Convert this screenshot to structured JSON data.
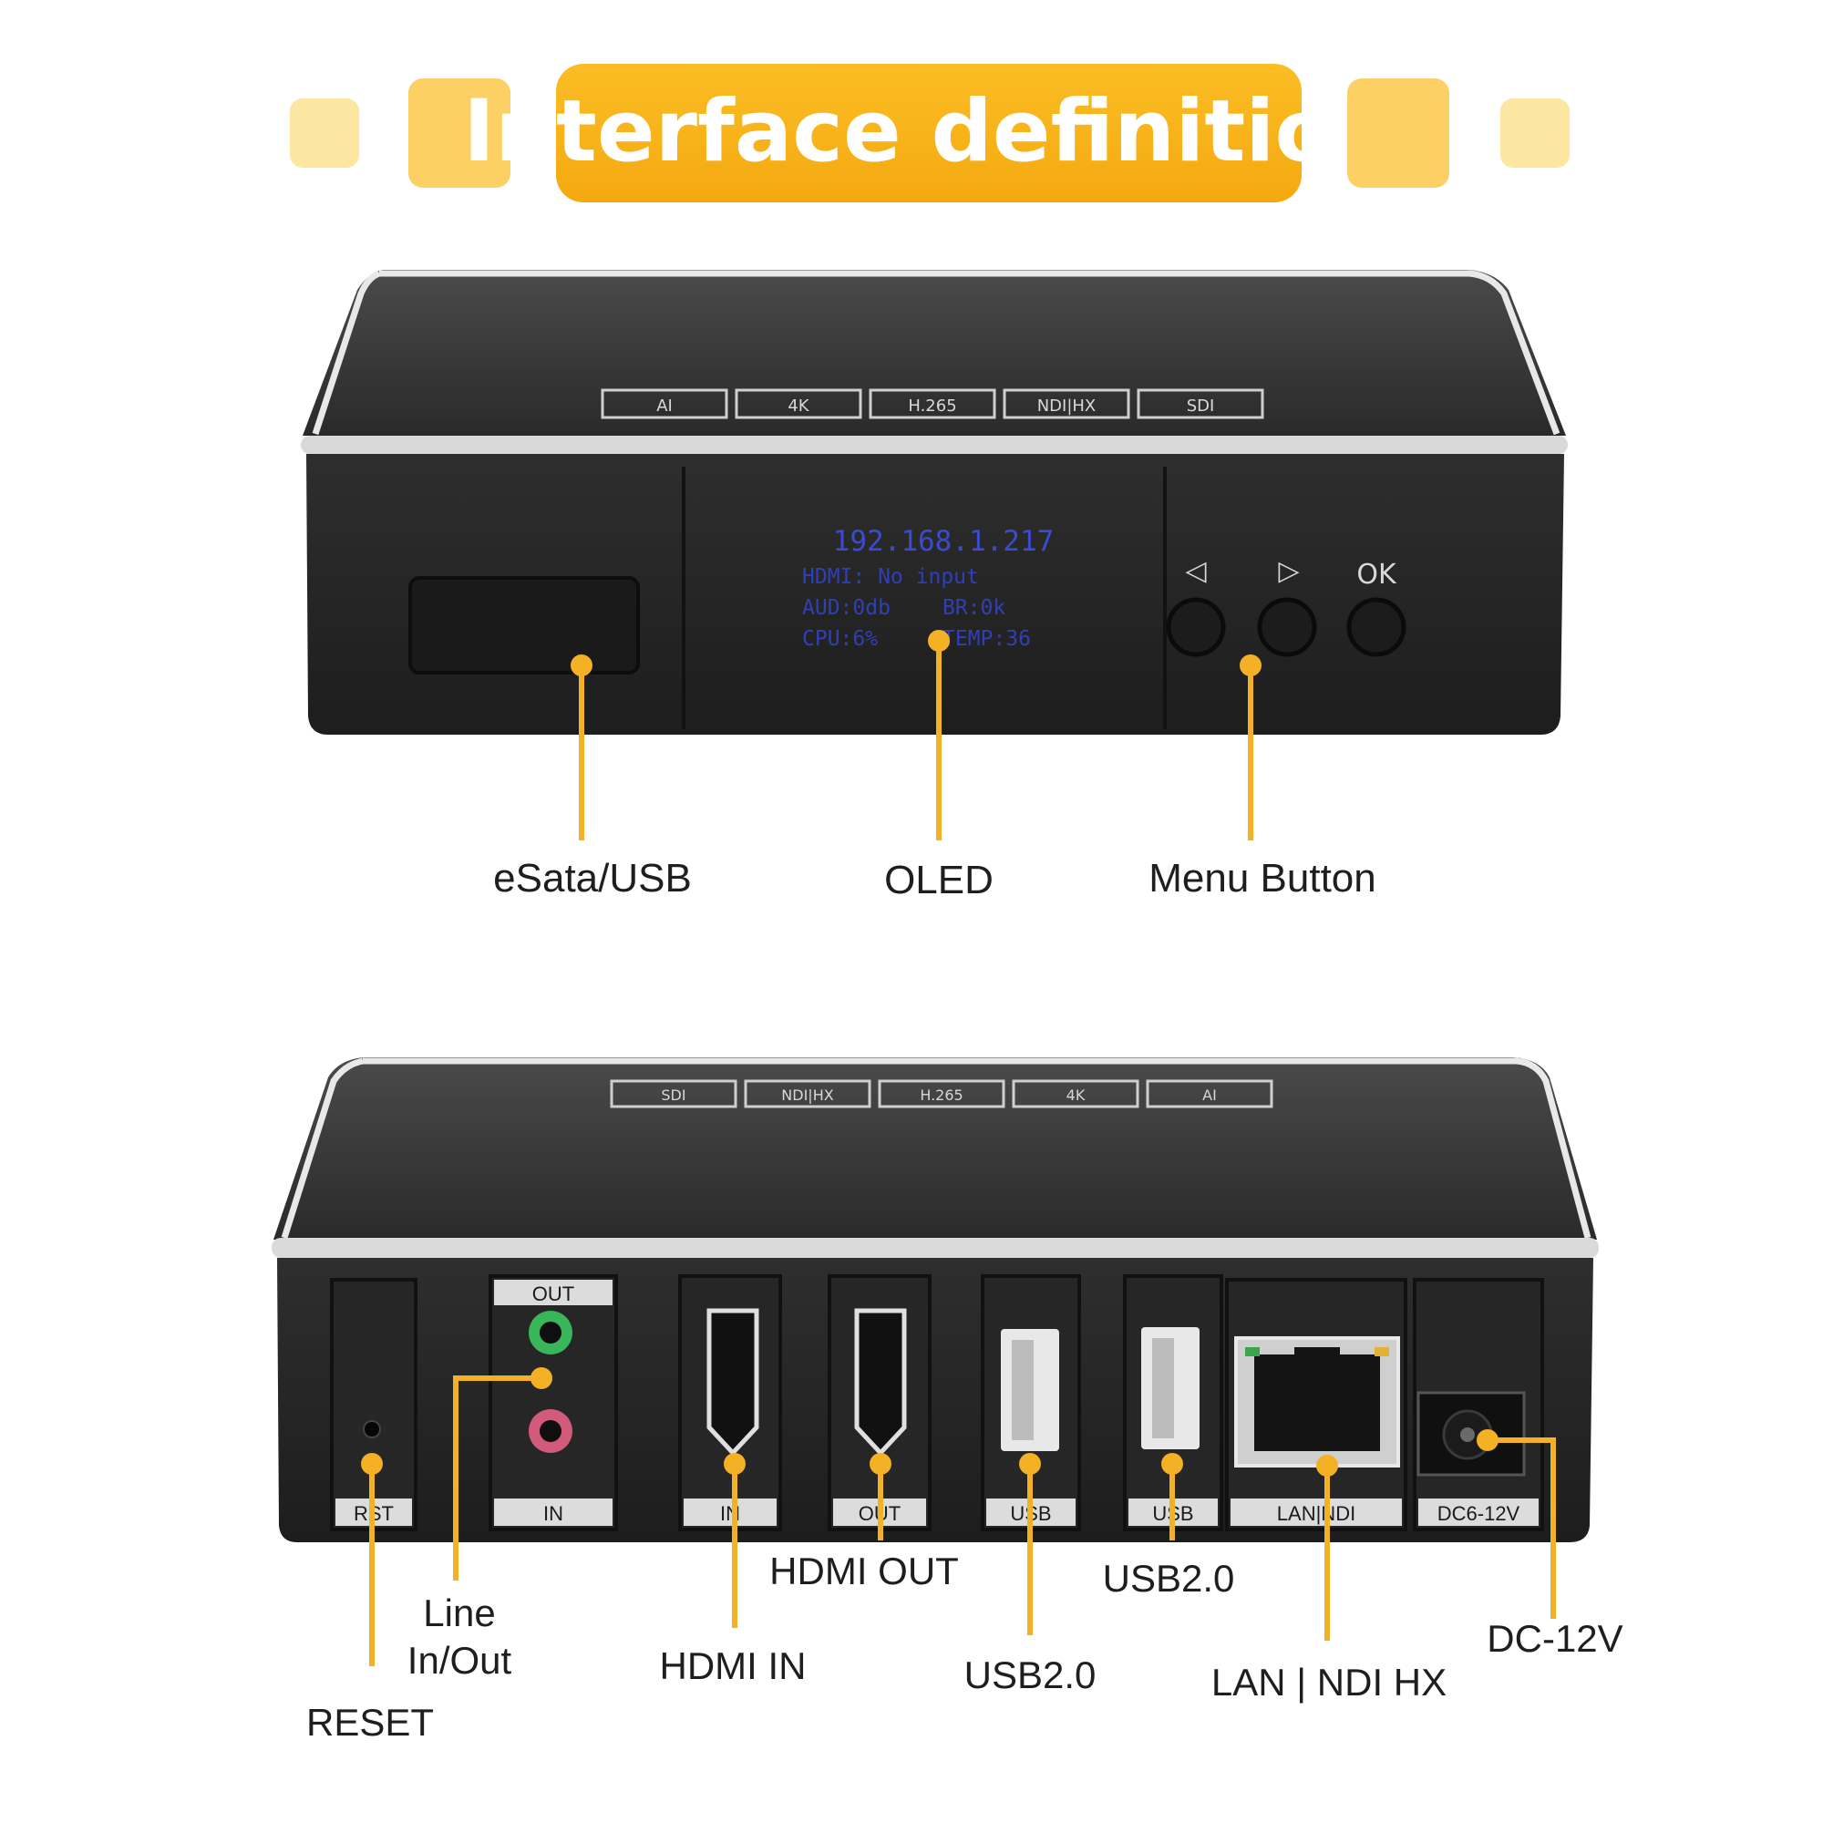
{
  "title": "Interface definition",
  "colors": {
    "accent": "#f5b125",
    "accent_light": "#fde8a6",
    "device": "#2b2b2b"
  },
  "front": {
    "top_badges": [
      "AI",
      "4K",
      "H.265",
      "NDI|HX",
      "SDI"
    ],
    "oled": {
      "ip": "192.168.1.217",
      "line1": "HDMI: No input",
      "line2a": "AUD:0db",
      "line2b": "BR:0k",
      "line3a": "CPU:6%",
      "line3b": "TEMP:36"
    },
    "buttons": {
      "left": "◁",
      "right": "▷",
      "ok": "OK"
    },
    "callouts": {
      "esata": "eSata/USB",
      "oled": "OLED",
      "menu": "Menu Button"
    }
  },
  "rear": {
    "top_badges": [
      "SDI",
      "NDI|HX",
      "H.265",
      "4K",
      "AI"
    ],
    "port_labels": {
      "rst": "RST",
      "audio_out": "OUT",
      "audio_in": "IN",
      "hdmi_in": "IN",
      "hdmi_out": "OUT",
      "usb1": "USB",
      "usb2": "USB",
      "lan": "LAN|NDI",
      "dc": "DC6-12V"
    },
    "callouts": {
      "reset": "RESET",
      "line_1": "Line",
      "line_2": "In/Out",
      "hdmi_in": "HDMI IN",
      "hdmi_out": "HDMI OUT",
      "usb_1": "USB2.0",
      "usb_2": "USB2.0",
      "lan": "LAN | NDI HX",
      "dc": "DC-12V"
    }
  }
}
